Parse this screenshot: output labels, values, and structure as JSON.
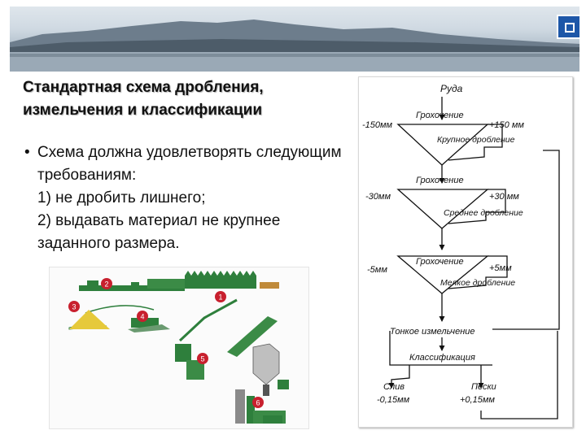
{
  "title": {
    "line1": "Стандартная схема дробления,",
    "line2": "измельчения и классификации"
  },
  "bullet": {
    "intro": "Схема должна удовлетворять следующим требованиям:",
    "req1": "1) не дробить лишнего;",
    "req2": "2) выдавать материал не крупнее заданного размера."
  },
  "plant_diagram": {
    "markers": [
      "1",
      "2",
      "3",
      "4",
      "5",
      "6"
    ],
    "colors": {
      "machines": "#2e7f3c",
      "marker_fill": "#c8202e",
      "ore_pile": "#e6c93a"
    }
  },
  "flowsheet": {
    "ore": "Руда",
    "stage1": {
      "screen": "Грохочение",
      "undersize": "-150мм",
      "oversize": "+150 мм",
      "crusher": "Крупное дробление"
    },
    "stage2": {
      "screen": "Грохочение",
      "undersize": "-30мм",
      "oversize": "+30 мм",
      "crusher": "Среднее дробление"
    },
    "stage3": {
      "screen": "Грохочение",
      "undersize": "-5мм",
      "oversize": "+5мм",
      "crusher": "Мелкое дробление"
    },
    "grinding": "Тонкое измельчение",
    "classification": "Классификация",
    "overflow": {
      "label": "Слив",
      "size": "-0,15мм"
    },
    "sands": {
      "label": "Пески",
      "size": "+0,15мм"
    }
  }
}
